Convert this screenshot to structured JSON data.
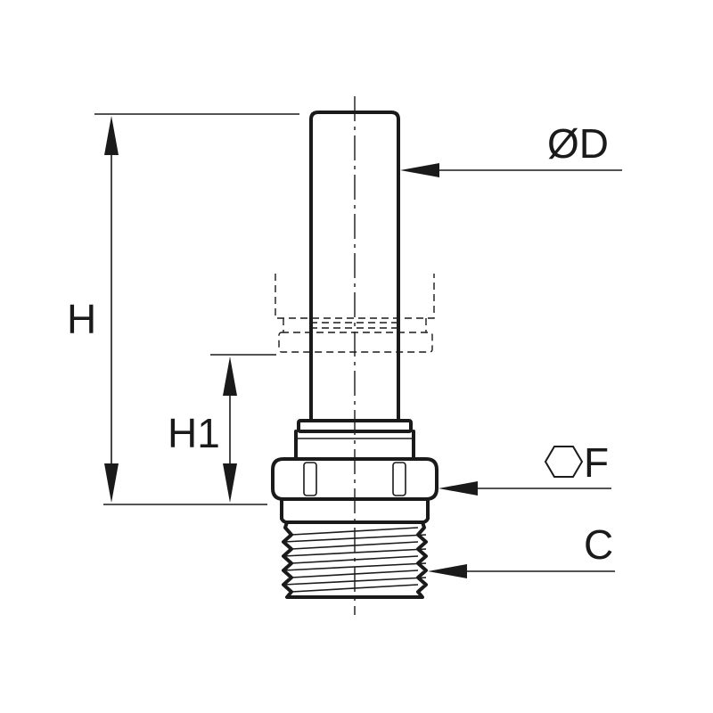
{
  "labels": {
    "diameter": "ØD",
    "height": "H",
    "height1": "H1",
    "hex": "F",
    "thread": "C"
  },
  "colors": {
    "line": "#1a1a1a",
    "background": "#ffffff"
  }
}
